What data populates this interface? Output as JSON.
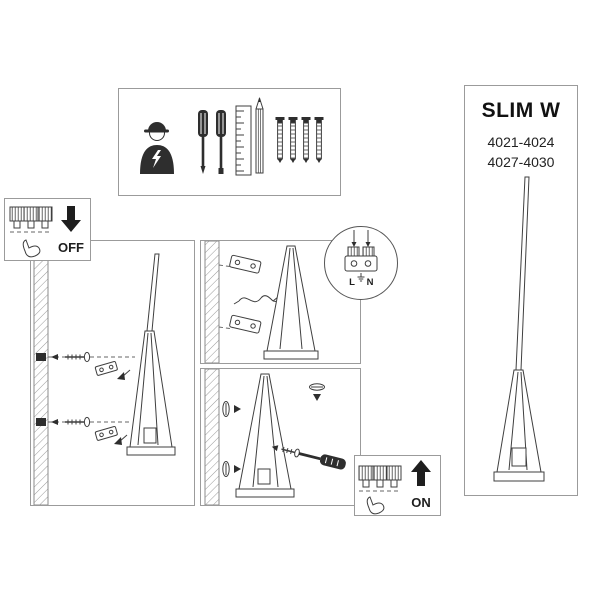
{
  "colors": {
    "background": "#ffffff",
    "line": "#3f3f3f",
    "panel_border": "#9b9b9b",
    "ink": "#1e1e1e"
  },
  "product": {
    "title": "SLIM W",
    "model_range_top": "4021-4024",
    "model_range_bottom": "4027-4030"
  },
  "power_off": {
    "label": "OFF",
    "arrow_glyph": "↓"
  },
  "power_on": {
    "label": "ON",
    "arrow_glyph": "↑"
  },
  "wiring": {
    "terminal_l": "L",
    "terminal_n": "N"
  },
  "tools": {
    "icons": [
      "electrician-icon",
      "phillips-screwdriver-icon",
      "flat-screwdriver-icon",
      "ruler-icon",
      "pencil-icon",
      "wall-anchor-icon"
    ]
  }
}
